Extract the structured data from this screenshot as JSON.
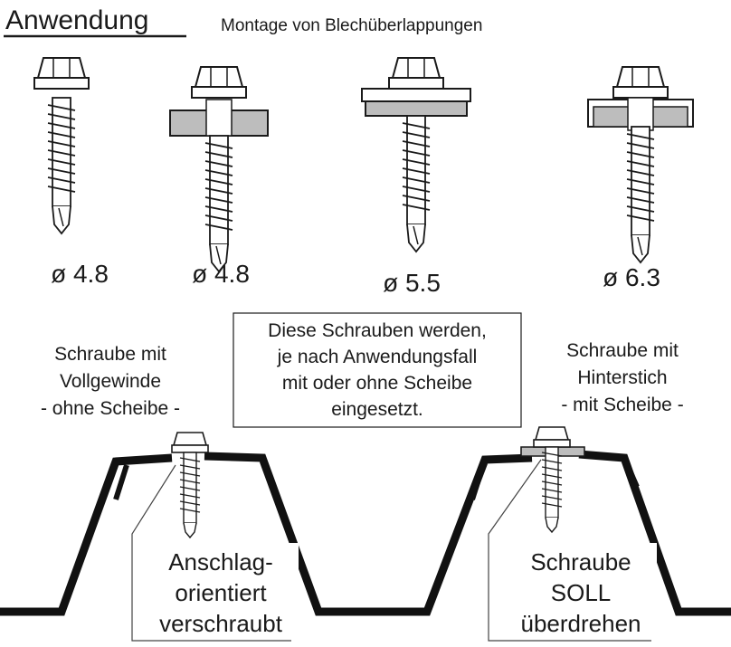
{
  "header": {
    "title": "Anwendung",
    "subtitle": "Montage von Blechüberlappungen"
  },
  "screws": [
    {
      "diameter": "ø 4.8",
      "icon": "hex-screw-full-thread-icon"
    },
    {
      "diameter": "ø 4.8",
      "icon": "hex-screw-with-washer-icon"
    },
    {
      "diameter": "ø 5.5",
      "icon": "hex-screw-wide-washer-icon"
    },
    {
      "diameter": "ø 6.3",
      "icon": "hex-screw-undercut-washer-icon"
    }
  ],
  "notes": {
    "left_lines": [
      "Schraube mit",
      "Vollgewinde",
      "- ohne Scheibe -"
    ],
    "center_lines": [
      "Diese Schrauben werden,",
      "je nach Anwendungsfall",
      "mit oder ohne Scheibe",
      "eingesetzt."
    ],
    "right_lines": [
      "Schraube mit",
      "Hinterstich",
      "- mit Scheibe -"
    ]
  },
  "callouts": {
    "left_lines": [
      "Anschlag-",
      "orientiert",
      "verschraubt"
    ],
    "right_lines": [
      "Schraube",
      "SOLL",
      "überdrehen"
    ]
  },
  "colors": {
    "ink": "#1a1a1a",
    "washer": "#bdbdbd",
    "sheet": "#111111"
  }
}
